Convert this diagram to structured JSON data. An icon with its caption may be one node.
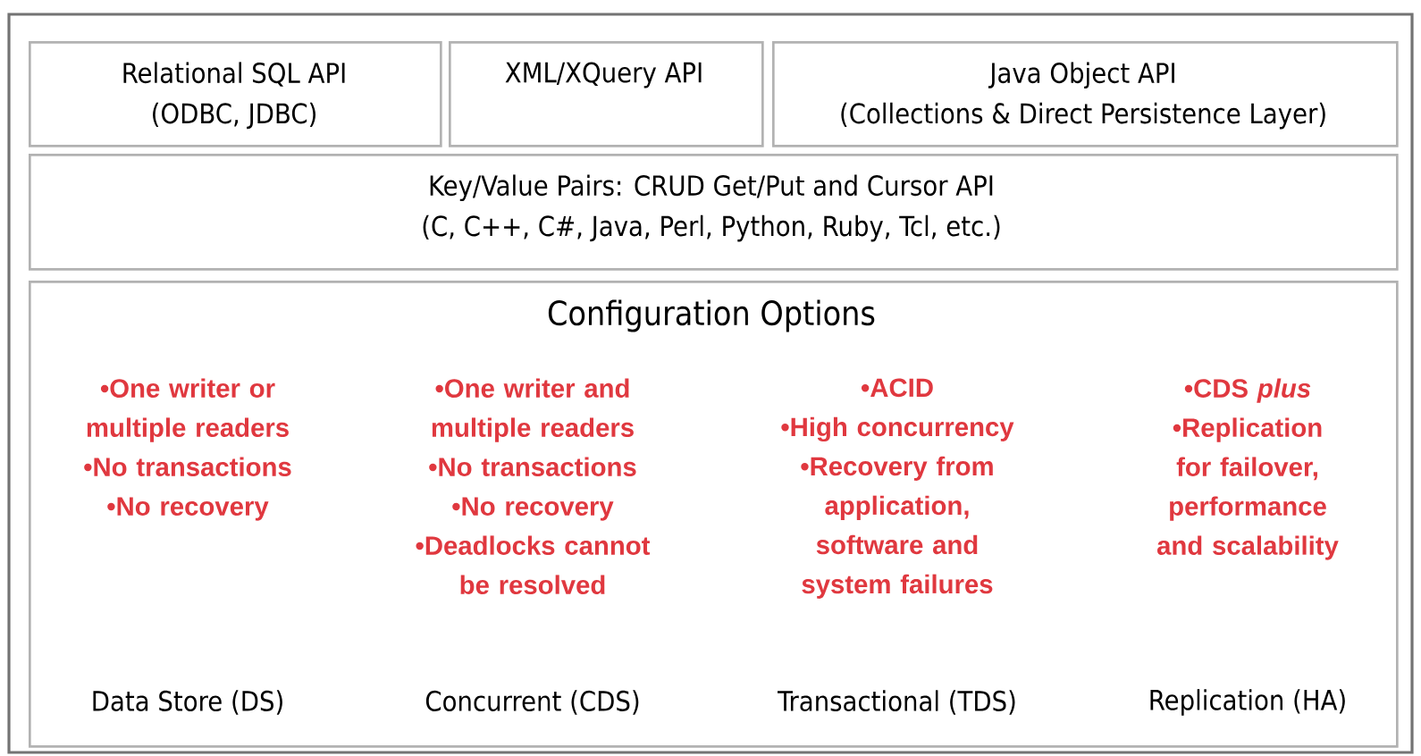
{
  "diagram": {
    "nodes": [
      {
        "text": [],
        "shape": "box"
      },
      {
        "text": [
          "Relational SQL API",
          "(ODBC, JDBC)"
        ],
        "in": 0
      },
      {
        "text": [
          "XML/XQuery API"
        ],
        "in": 0
      },
      {
        "text": [
          "Java Object API",
          "(Collections & Direct Persistence Layer)"
        ],
        "in": 0
      },
      {
        "text": [
          "Key/Value Pairs: CRUD Get/Put and Cursor API",
          "(C, C++, C#, Java, Perl, Python, Ruby, Tcl, etc.)"
        ],
        "in": 0
      },
      {
        "text": [
          "Configuration Options"
        ],
        "in": 0
      }
    ],
    "labels": [
      "•One writer or multiple readers",
      "•No transactions",
      "•No recovery",
      "Data Store (DS)",
      "•One writer and multiple readers",
      "•No transactions",
      "•No recovery",
      "•Deadlocks cannot be resolved",
      "Concurrent (CDS)",
      "•ACID",
      "•High concurrency",
      "•Recovery from application, software and system failures",
      "Transactional (TDS)",
      "•CDS *plus*",
      "•Replication for failover, performance and scalability",
      "Replication (HA)"
    ]
  }
}
